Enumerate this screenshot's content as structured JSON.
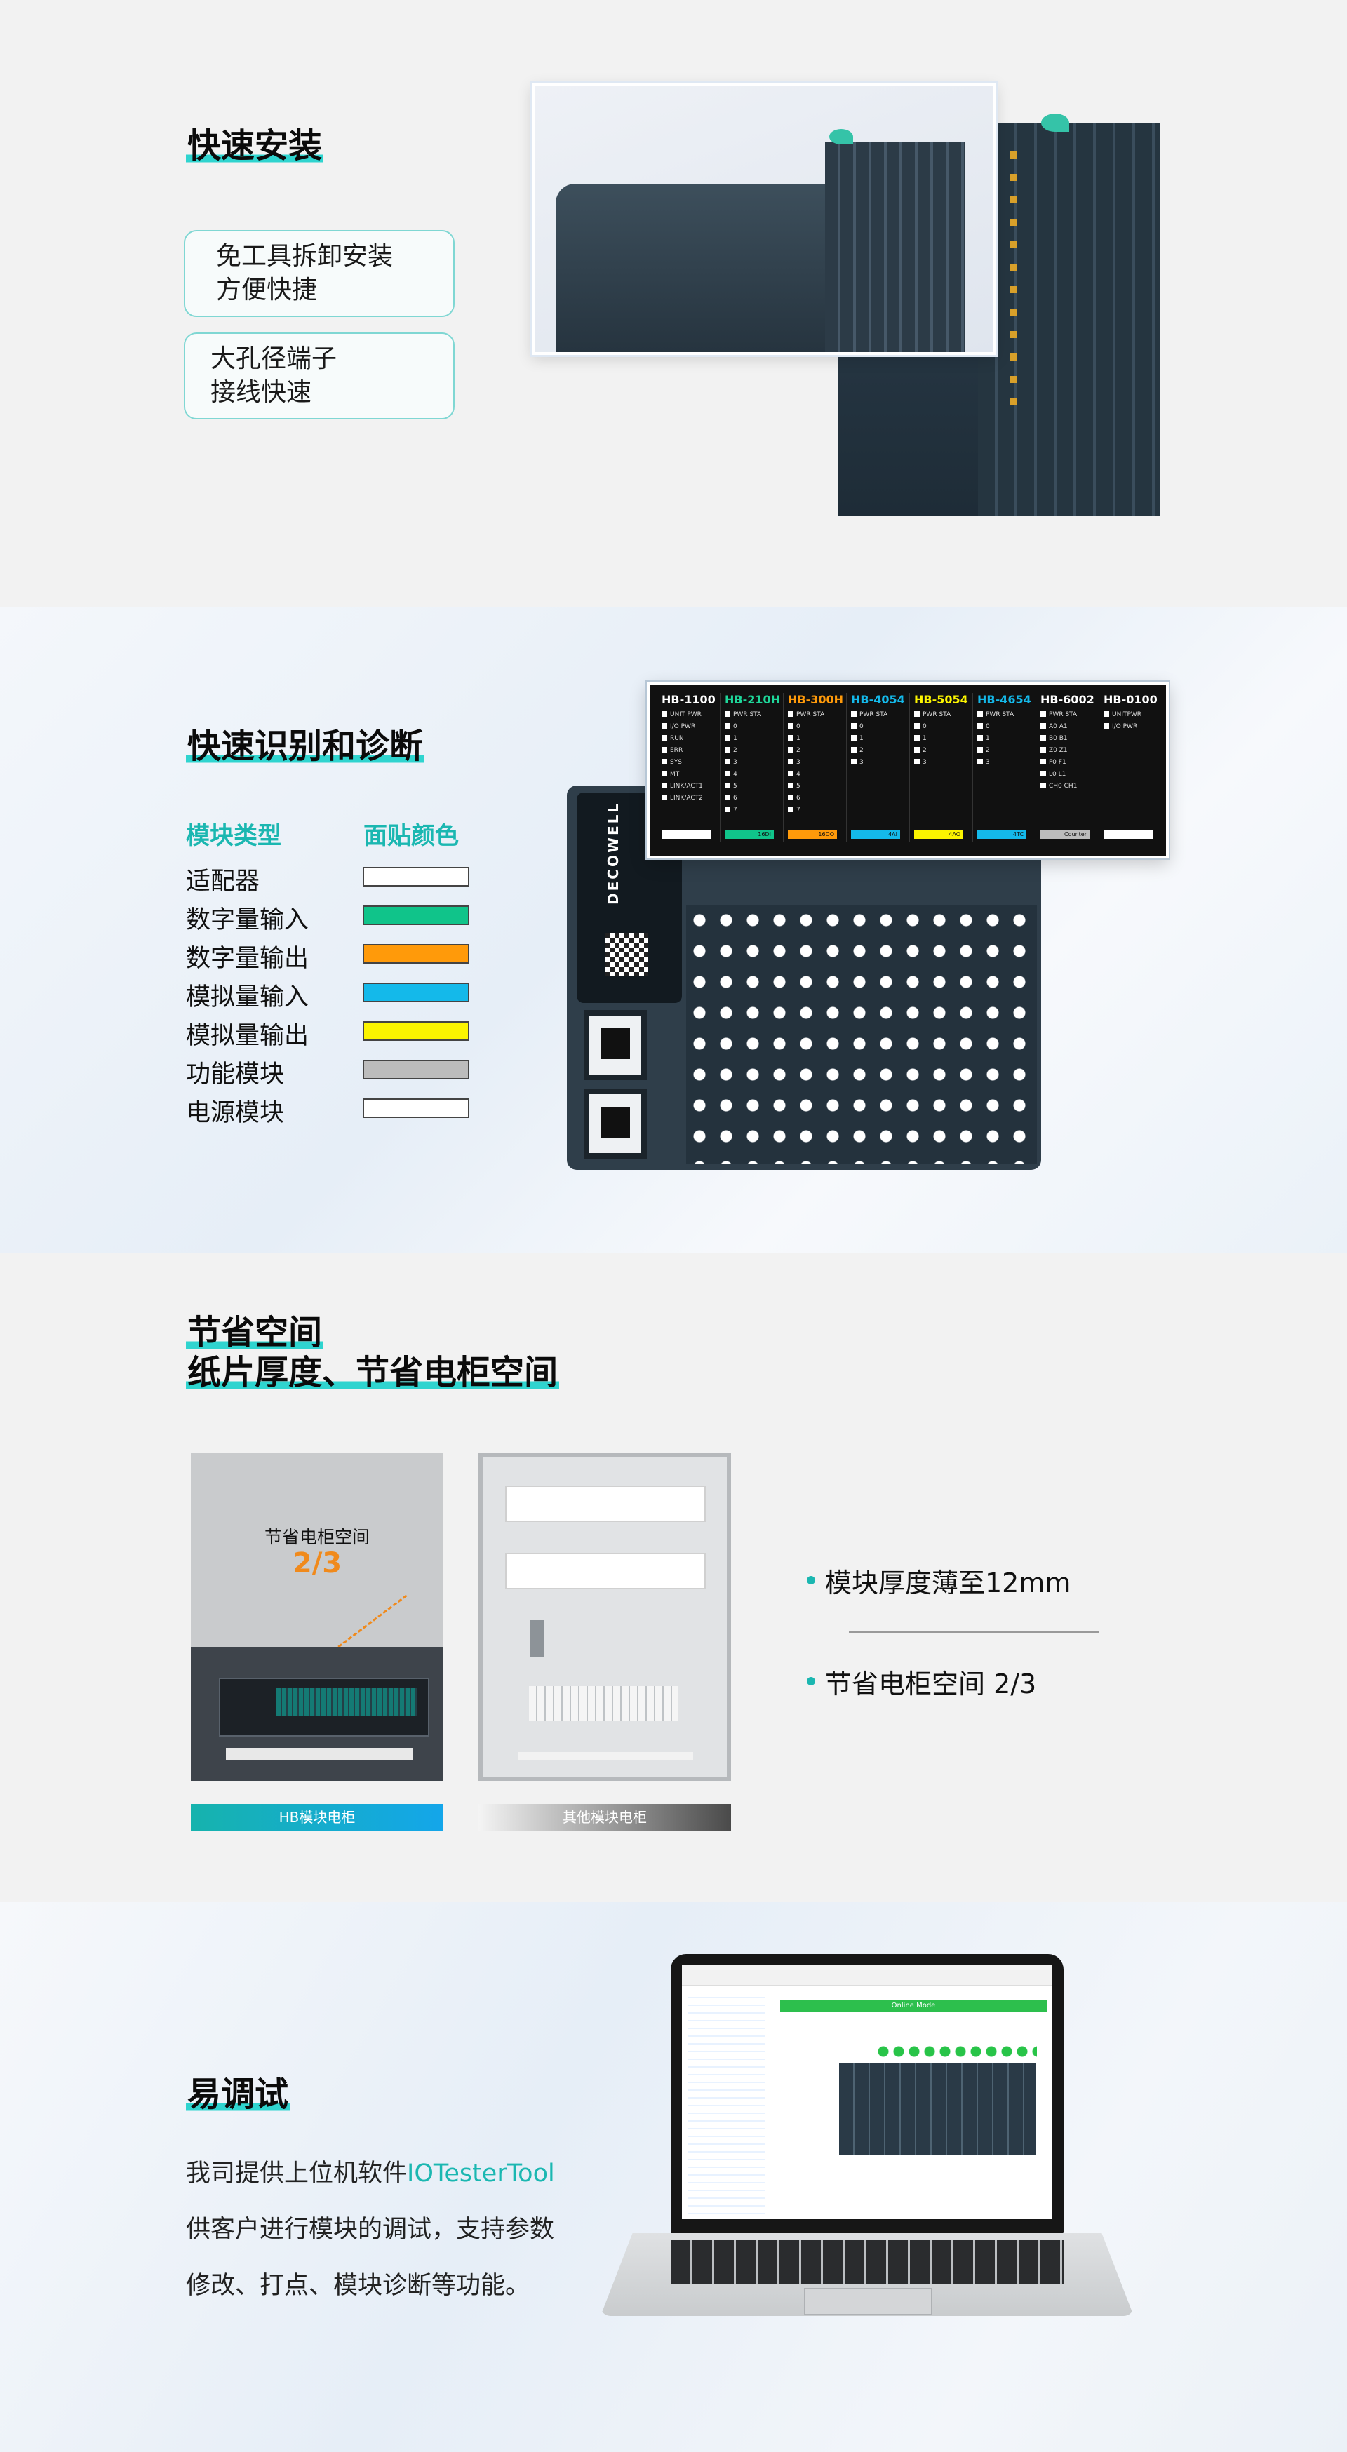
{
  "section1": {
    "title": "快速安装",
    "features": [
      "免工具拆卸安装",
      "方便快捷",
      "大孔径端子",
      "接线快速"
    ]
  },
  "section2": {
    "title": "快速识别和诊断",
    "legend_header": {
      "type": "模块类型",
      "color": "面贴颜色"
    },
    "legend": [
      {
        "label": "适配器",
        "color": "#ffffff"
      },
      {
        "label": "数字量输入",
        "color": "#10c48a"
      },
      {
        "label": "数字量输出",
        "color": "#ff9a0a"
      },
      {
        "label": "模拟量输入",
        "color": "#14b9ea"
      },
      {
        "label": "模拟量输出",
        "color": "#fbf400"
      },
      {
        "label": "功能模块",
        "color": "#bcbcbc"
      },
      {
        "label": "电源模块",
        "color": "#ffffff"
      }
    ],
    "brand": "DECOWELL",
    "modules": [
      {
        "name": "HB-1100",
        "color": "#ffffff",
        "lines": [
          "UNIT PWR",
          "I/O PWR",
          "RUN",
          "ERR",
          "SYS",
          "MT",
          "LINK/ACT1",
          "LINK/ACT2"
        ],
        "bar_color": "#ffffff",
        "bar_label": ""
      },
      {
        "name": "HB-210H",
        "color": "#1ed79a",
        "lines": [
          "PWR STA",
          "0",
          "1",
          "2",
          "3",
          "4",
          "5",
          "6",
          "7"
        ],
        "bar_color": "#10c48a",
        "bar_label": "16DI"
      },
      {
        "name": "HB-300H",
        "color": "#ff9a0a",
        "lines": [
          "PWR STA",
          "0",
          "1",
          "2",
          "3",
          "4",
          "5",
          "6",
          "7"
        ],
        "bar_color": "#ff9a0a",
        "bar_label": "16DO"
      },
      {
        "name": "HB-4054",
        "color": "#14b9ea",
        "lines": [
          "PWR STA",
          "0",
          "1",
          "2",
          "3"
        ],
        "bar_color": "#14b9ea",
        "bar_label": "4AI"
      },
      {
        "name": "HB-5054",
        "color": "#fbf400",
        "lines": [
          "PWR STA",
          "0",
          "1",
          "2",
          "3"
        ],
        "bar_color": "#fbf400",
        "bar_label": "4AO"
      },
      {
        "name": "HB-4654",
        "color": "#14b9ea",
        "lines": [
          "PWR STA",
          "0",
          "1",
          "2",
          "3"
        ],
        "bar_color": "#14b9ea",
        "bar_label": "4TC"
      },
      {
        "name": "HB-6002",
        "color": "#ffffff",
        "lines": [
          "PWR STA",
          "A0 A1",
          "B0 B1",
          "Z0 Z1",
          "F0 F1",
          "L0 L1",
          "CH0 CH1"
        ],
        "bar_color": "#bcbcbc",
        "bar_label": "Counter"
      },
      {
        "name": "HB-0100",
        "color": "#ffffff",
        "lines": [
          "UNITPWR",
          "I/O PWR"
        ],
        "bar_color": "#ffffff",
        "bar_label": ""
      }
    ]
  },
  "section3": {
    "title_line1": "节省空间",
    "title_line2": "纸片厚度、节省电柜空间",
    "saving_label": "节省电柜空间",
    "saving_value": "2/3",
    "caption_hb": "HB模块电柜",
    "caption_other": "其他模块电柜",
    "bullets": [
      "模块厚度薄至12mm",
      "节省电柜空间 2/3"
    ],
    "accent": "#f08a1c"
  },
  "section4": {
    "title": "易调试",
    "line1_prefix": "我司提供上位机软件",
    "software": "IOTesterTool",
    "line2": "供客户进行模块的调试，支持参数",
    "line3": "修改、打点、模块诊断等功能。",
    "screen_banner": "Online Mode"
  }
}
